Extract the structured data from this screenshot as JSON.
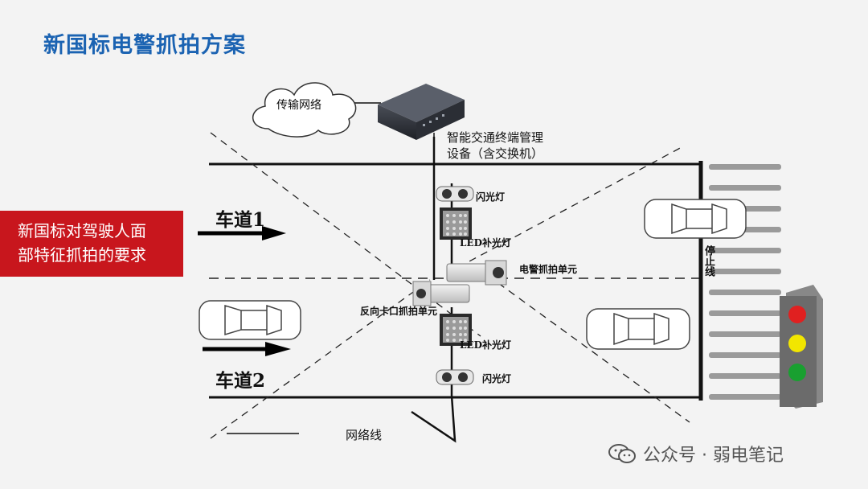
{
  "title": "新国标电警抓拍方案",
  "callout": {
    "line1": "新国标对驾驶人面",
    "line2": "部特征抓拍的要求"
  },
  "labels": {
    "cloud": "传输网络",
    "device_line1": "智能交通终端管理",
    "device_line2": "设备（含交换机）",
    "flash_top": "闪光灯",
    "led_top": "LED补光灯",
    "camera_main": "电警抓拍单元",
    "camera_reverse": "反向卡口抓拍单元",
    "led_bottom": "LED补光灯",
    "flash_bottom": "闪光灯",
    "lane1": "车道1",
    "lane2": "车道2",
    "stop_line": "停止线",
    "network_line": "网络线"
  },
  "watermark": {
    "icon": "wechat-icon",
    "text": "公众号 · 弱电笔记"
  },
  "traffic_light": {
    "colors": [
      "#e02020",
      "#f2e600",
      "#19a030"
    ]
  }
}
